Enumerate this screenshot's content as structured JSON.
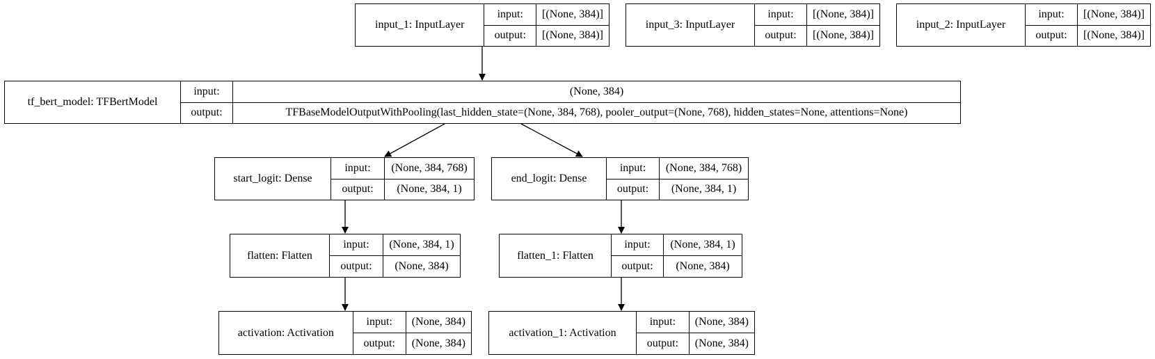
{
  "nodes": {
    "input_1": {
      "name": "input_1: InputLayer",
      "input_label": "input:",
      "input_value": "[(None, 384)]",
      "output_label": "output:",
      "output_value": "[(None, 384)]"
    },
    "input_3": {
      "name": "input_3: InputLayer",
      "input_label": "input:",
      "input_value": "[(None, 384)]",
      "output_label": "output:",
      "output_value": "[(None, 384)]"
    },
    "input_2": {
      "name": "input_2: InputLayer",
      "input_label": "input:",
      "input_value": "[(None, 384)]",
      "output_label": "output:",
      "output_value": "[(None, 384)]"
    },
    "tf_bert_model": {
      "name": "tf_bert_model: TFBertModel",
      "input_label": "input:",
      "input_value": "(None, 384)",
      "output_label": "output:",
      "output_value": "TFBaseModelOutputWithPooling(last_hidden_state=(None, 384, 768), pooler_output=(None, 768), hidden_states=None, attentions=None)"
    },
    "start_logit": {
      "name": "start_logit: Dense",
      "input_label": "input:",
      "input_value": "(None, 384, 768)",
      "output_label": "output:",
      "output_value": "(None, 384, 1)"
    },
    "end_logit": {
      "name": "end_logit: Dense",
      "input_label": "input:",
      "input_value": "(None, 384, 768)",
      "output_label": "output:",
      "output_value": "(None, 384, 1)"
    },
    "flatten": {
      "name": "flatten: Flatten",
      "input_label": "input:",
      "input_value": "(None, 384, 1)",
      "output_label": "output:",
      "output_value": "(None, 384)"
    },
    "flatten_1": {
      "name": "flatten_1: Flatten",
      "input_label": "input:",
      "input_value": "(None, 384, 1)",
      "output_label": "output:",
      "output_value": "(None, 384)"
    },
    "activation": {
      "name": "activation: Activation",
      "input_label": "input:",
      "input_value": "(None, 384)",
      "output_label": "output:",
      "output_value": "(None, 384)"
    },
    "activation_1": {
      "name": "activation_1: Activation",
      "input_label": "input:",
      "input_value": "(None, 384)",
      "output_label": "output:",
      "output_value": "(None, 384)"
    }
  },
  "edges": [
    [
      "input_1",
      "tf_bert_model"
    ],
    [
      "tf_bert_model",
      "start_logit"
    ],
    [
      "tf_bert_model",
      "end_logit"
    ],
    [
      "start_logit",
      "flatten"
    ],
    [
      "end_logit",
      "flatten_1"
    ],
    [
      "flatten",
      "activation"
    ],
    [
      "flatten_1",
      "activation_1"
    ]
  ],
  "colors": {
    "stroke": "#000000",
    "background": "#ffffff"
  }
}
